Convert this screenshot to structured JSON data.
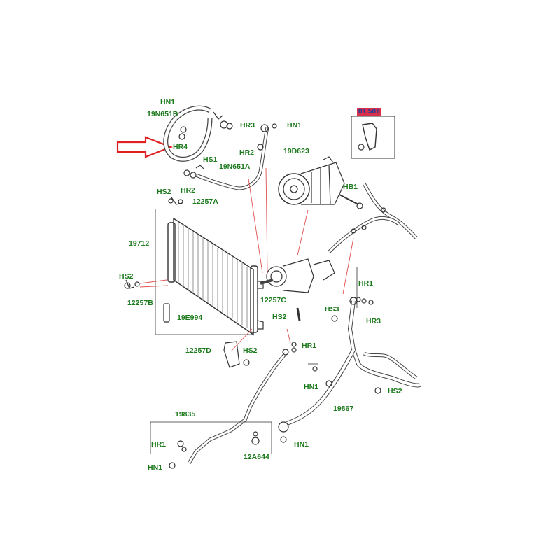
{
  "diagram": {
    "parts": {
      "hn1_a": "HN1",
      "p19n651b": "19N651B",
      "hr3_a": "HR3",
      "hn1_b": "HN1",
      "hr4": "HR4",
      "hr2_a": "HR2",
      "hs1": "HS1",
      "p19n651a": "19N651A",
      "hr2_b": "HR2",
      "p19d623": "19D623",
      "hs2_a": "HS2",
      "p12257a": "12257A",
      "hb1": "HB1",
      "p19712": "19712",
      "hs2_b": "HS2",
      "p12257b": "12257B",
      "p19e994": "19E994",
      "p12257c": "12257C",
      "hs2_c": "HS2",
      "hr1_a": "HR1",
      "hs3": "HS3",
      "hr3_b": "HR3",
      "p12257d": "12257D",
      "hs2_d": "HS2",
      "hr1_b": "HR1",
      "hn1_c": "HN1",
      "p19867": "19867",
      "hs2_e": "HS2",
      "p19835": "19835",
      "hr1_c": "HR1",
      "hn1_d": "HN1",
      "p12a644": "12A644",
      "hn1_e": "HN1"
    },
    "inset_badge": "01.50+",
    "colors": {
      "label": "#1c7a1c",
      "arrow": "#e02020",
      "leader": "#e05050",
      "line": "#333333"
    }
  }
}
